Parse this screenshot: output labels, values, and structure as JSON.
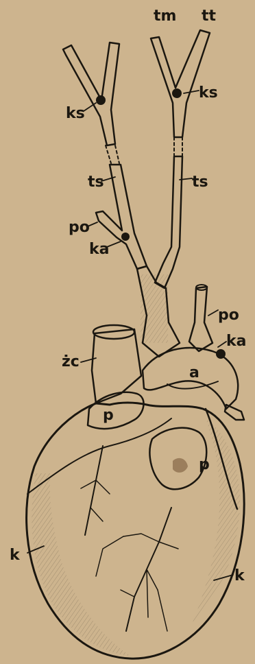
{
  "figure": {
    "labels": {
      "tm": "tm",
      "tt": "tt",
      "ks_left": "ks",
      "ks_right": "ks",
      "ts_left": "ts",
      "ts_right": "ts",
      "po_left": "po",
      "ka_left": "ka",
      "po_right": "po",
      "ka_right": "ka",
      "zc": "żc",
      "a": "a",
      "p_left": "p",
      "p_right": "p",
      "k_left": "k",
      "k_right": "k"
    },
    "colors": {
      "paper": "#cdb48e",
      "ink": "#1b1710",
      "shade": "#3a3122"
    }
  }
}
